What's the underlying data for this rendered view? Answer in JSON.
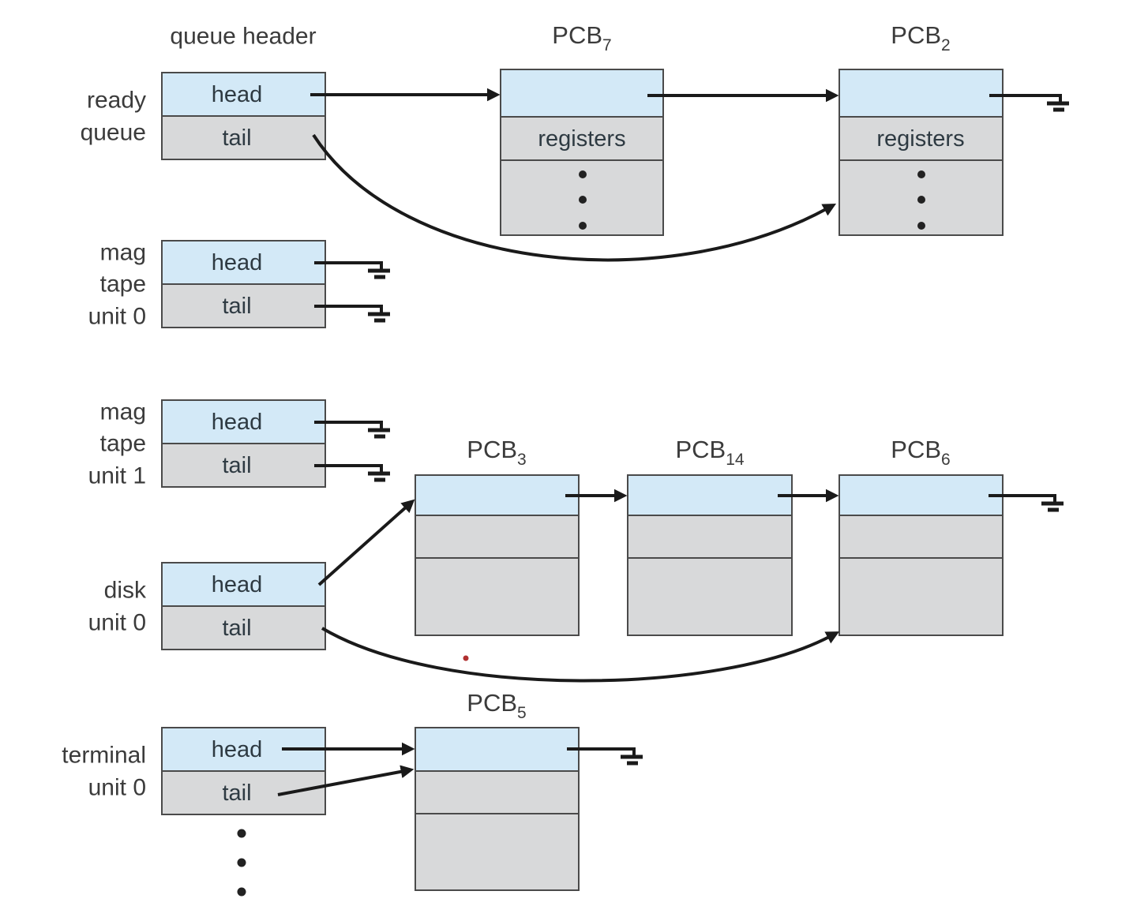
{
  "figure": {
    "column_title": "queue header"
  },
  "colors": {
    "pointer_section_fill": "#d3e9f7",
    "data_section_fill": "#d8d9da",
    "box_border": "#4a4a4a",
    "arrow": "#1a1a1a",
    "text": "#3b3b3b",
    "stray_red_dot": "#b03030",
    "background": "#ffffff"
  },
  "icons": {
    "ground": "earth-ground-icon",
    "ellipsis": "vertical-ellipsis-dots"
  },
  "queues": [
    {
      "id": "ready-queue",
      "label_lines": [
        "ready",
        "queue"
      ],
      "head_label": "head",
      "tail_label": "tail"
    },
    {
      "id": "mag-tape-unit-0",
      "label_lines": [
        "mag",
        "tape",
        "unit 0"
      ],
      "head_label": "head",
      "tail_label": "tail"
    },
    {
      "id": "mag-tape-unit-1",
      "label_lines": [
        "mag",
        "tape",
        "unit 1"
      ],
      "head_label": "head",
      "tail_label": "tail"
    },
    {
      "id": "disk-unit-0",
      "label_lines": [
        "disk",
        "unit 0"
      ],
      "head_label": "head",
      "tail_label": "tail"
    },
    {
      "id": "terminal-unit-0",
      "label_lines": [
        "terminal",
        "unit 0"
      ],
      "head_label": "head",
      "tail_label": "tail"
    }
  ],
  "pcbs": [
    {
      "id": "pcb-7",
      "base": "PCB",
      "subscript": "7",
      "second_row_label": "registers"
    },
    {
      "id": "pcb-2",
      "base": "PCB",
      "subscript": "2",
      "second_row_label": "registers"
    },
    {
      "id": "pcb-3",
      "base": "PCB",
      "subscript": "3"
    },
    {
      "id": "pcb-14",
      "base": "PCB",
      "subscript": "14"
    },
    {
      "id": "pcb-6",
      "base": "PCB",
      "subscript": "6"
    },
    {
      "id": "pcb-5",
      "base": "PCB",
      "subscript": "5"
    }
  ],
  "connections": [
    "ready-queue.head -> PCB7",
    "PCB7 -> PCB2",
    "ready-queue.tail -> PCB2",
    "PCB2 -> ground",
    "mag-tape-unit-0.head -> ground",
    "mag-tape-unit-0.tail -> ground",
    "mag-tape-unit-1.head -> ground",
    "mag-tape-unit-1.tail -> ground",
    "disk-unit-0.head -> PCB3",
    "PCB3 -> PCB14",
    "PCB14 -> PCB6",
    "disk-unit-0.tail -> PCB6",
    "PCB6 -> ground",
    "terminal-unit-0.head -> PCB5",
    "terminal-unit-0.tail -> PCB5",
    "PCB5 -> ground"
  ]
}
